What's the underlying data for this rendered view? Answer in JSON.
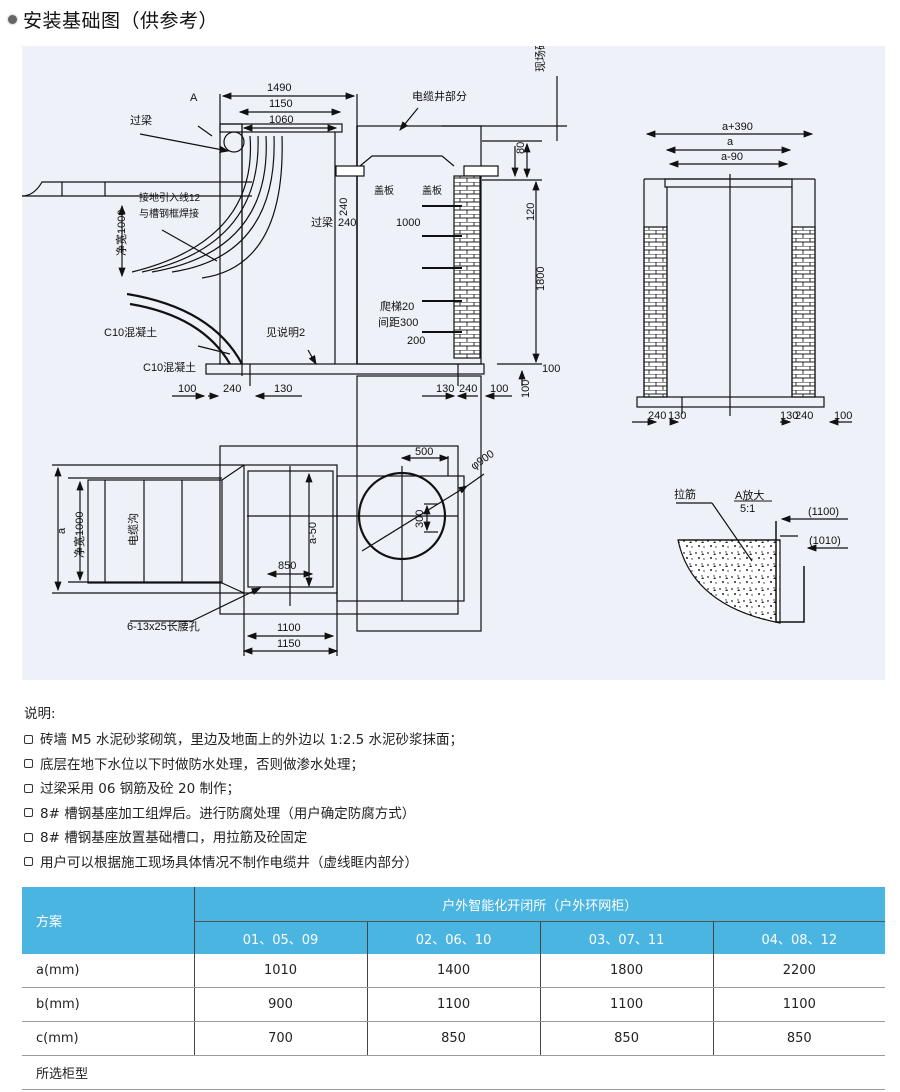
{
  "header": {
    "title": "安装基础图（供参考）"
  },
  "drawing": {
    "section_view": {
      "labels": {
        "A": "A",
        "beam_top": "过梁",
        "cable_well_part": "电缆井部分",
        "site_determined": "现场确定",
        "cover_plate_1": "盖板",
        "cover_plate_2": "盖板",
        "beam_mid": "过梁",
        "ground_wire": "接地引入线12",
        "ground_wire_2": "与槽钢框焊接",
        "clear_width": "净宽1000",
        "concrete_1": "C10混凝土",
        "concrete_2": "C10混凝土",
        "see_note": "见说明2",
        "ladder": "爬梯20",
        "ladder_spacing": "间距300"
      },
      "dims": {
        "d1490": "1490",
        "d1150": "1150",
        "d1060": "1060",
        "d80": "80",
        "d120": "120",
        "d1800": "1800",
        "d100r": "100",
        "d100rb": "100",
        "d240v": "240",
        "d240h": "240",
        "d1000": "1000",
        "d200": "200",
        "b100l": "100",
        "b240l": "240",
        "b130l": "130",
        "b130r": "130",
        "b240r": "240",
        "b100r": "100"
      }
    },
    "side_view": {
      "dims": {
        "a390": "a+390",
        "a": "a",
        "a90": "a-90",
        "b240l": "240",
        "b130l": "130",
        "b130r": "130",
        "b240r": "240",
        "b100r": "100"
      }
    },
    "plan_view": {
      "labels": {
        "trench": "电缆沟",
        "slot_holes": "6-13x25长腰孔"
      },
      "dims": {
        "a": "a",
        "clear_width": "净宽1000",
        "a50": "a-50",
        "d850": "850",
        "d1100": "1100",
        "d1150": "1150",
        "d500": "500",
        "d300": "300",
        "phi900": "φ900"
      }
    },
    "detail_a": {
      "title": "A放大",
      "scale": "5:1",
      "rebar": "拉筋",
      "d1100": "(1100)",
      "d1010": "(1010)"
    }
  },
  "notes": {
    "heading": "说明:",
    "items": [
      "砖墙 M5 水泥砂浆砌筑，里边及地面上的外边以 1:2.5 水泥砂浆抹面；",
      "底层在地下水位以下时做防水处理，否则做渗水处理；",
      "过梁采用 06 钢筋及砼 20 制作；",
      "8# 槽钢基座加工组焊后。进行防腐处理（用户确定防腐方式）",
      "8# 槽钢基座放置基础槽口，用拉筋及砼固定",
      "用户可以根据施工现场具体情况不制作电缆井（虚线眶内部分）"
    ]
  },
  "table": {
    "header_left": "方案",
    "header_group": "户外智能化开闭所（户外环网柜）",
    "columns": [
      "01、05、09",
      "02、06、10",
      "03、07、11",
      "04、08、12"
    ],
    "rows": [
      {
        "label": "a(mm)",
        "values": [
          "1010",
          "1400",
          "1800",
          "2200"
        ]
      },
      {
        "label": "b(mm)",
        "values": [
          "900",
          "1100",
          "1100",
          "1100"
        ]
      },
      {
        "label": "c(mm)",
        "values": [
          "700",
          "850",
          "850",
          "850"
        ]
      }
    ],
    "footer_label": "所选柜型",
    "header_color": "#4bb5e2"
  }
}
